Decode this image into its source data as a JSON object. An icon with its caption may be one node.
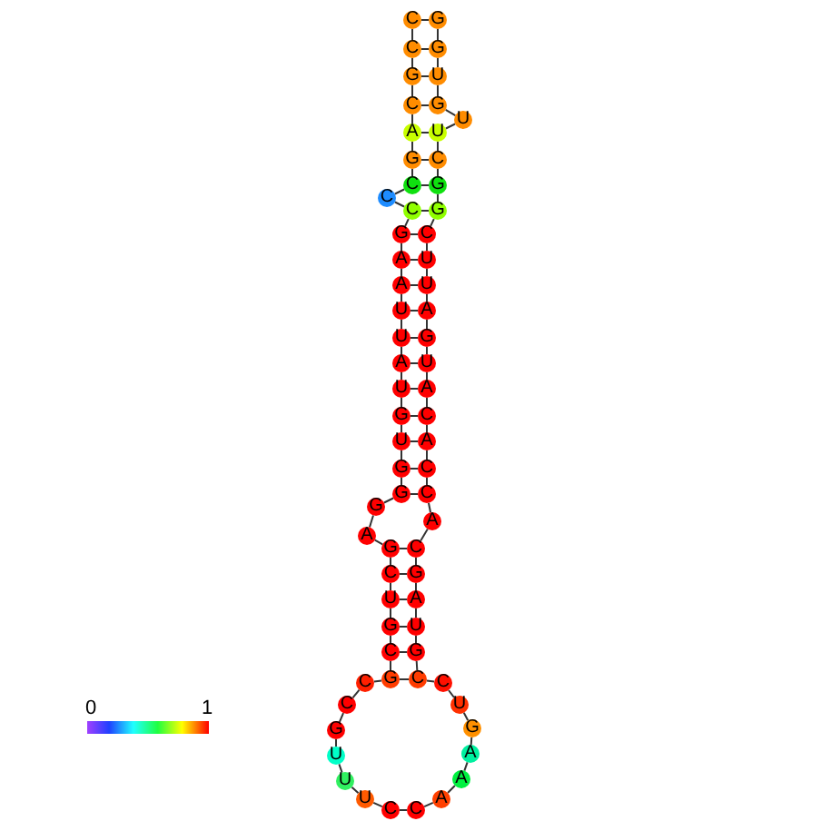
{
  "diagram": {
    "nodes": [
      {
        "text": [
          "C"
        ]
      },
      {
        "text": [
          "C"
        ]
      },
      {
        "text": [
          "G"
        ]
      },
      {
        "text": [
          "C"
        ]
      },
      {
        "text": [
          "A"
        ]
      },
      {
        "text": [
          "G"
        ]
      },
      {
        "text": [
          "C"
        ]
      },
      {
        "text": [
          "C"
        ]
      },
      {
        "text": [
          "C"
        ]
      },
      {
        "text": [
          "G"
        ]
      },
      {
        "text": [
          "A"
        ]
      },
      {
        "text": [
          "A"
        ]
      },
      {
        "text": [
          "U"
        ]
      },
      {
        "text": [
          "U"
        ]
      },
      {
        "text": [
          "A"
        ]
      },
      {
        "text": [
          "U"
        ]
      },
      {
        "text": [
          "G"
        ]
      },
      {
        "text": [
          "U"
        ]
      },
      {
        "text": [
          "G"
        ]
      },
      {
        "text": [
          "G"
        ]
      },
      {
        "text": [
          "G"
        ]
      },
      {
        "text": [
          "A"
        ]
      },
      {
        "text": [
          "G"
        ]
      },
      {
        "text": [
          "C"
        ]
      },
      {
        "text": [
          "U"
        ]
      },
      {
        "text": [
          "G"
        ]
      },
      {
        "text": [
          "C"
        ]
      },
      {
        "text": [
          "G"
        ]
      },
      {
        "text": [
          "C"
        ]
      },
      {
        "text": [
          "C"
        ]
      },
      {
        "text": [
          "G"
        ]
      },
      {
        "text": [
          "U"
        ]
      },
      {
        "text": [
          "U"
        ]
      },
      {
        "text": [
          "U"
        ]
      },
      {
        "text": [
          "C"
        ]
      },
      {
        "text": [
          "C"
        ]
      },
      {
        "text": [
          "A"
        ]
      },
      {
        "text": [
          "A"
        ]
      },
      {
        "text": [
          "A"
        ]
      },
      {
        "text": [
          "G"
        ]
      },
      {
        "text": [
          "U"
        ]
      },
      {
        "text": [
          "C"
        ]
      },
      {
        "text": [
          "C"
        ]
      },
      {
        "text": [
          "G"
        ]
      },
      {
        "text": [
          "U"
        ]
      },
      {
        "text": [
          "A"
        ]
      },
      {
        "text": [
          "G"
        ]
      },
      {
        "text": [
          "C"
        ]
      },
      {
        "text": [
          "A"
        ]
      },
      {
        "text": [
          "C"
        ]
      },
      {
        "text": [
          "C"
        ]
      },
      {
        "text": [
          "A"
        ]
      },
      {
        "text": [
          "C"
        ]
      },
      {
        "text": [
          "A"
        ]
      },
      {
        "text": [
          "U"
        ]
      },
      {
        "text": [
          "G"
        ]
      },
      {
        "text": [
          "A"
        ]
      },
      {
        "text": [
          "U"
        ]
      },
      {
        "text": [
          "U"
        ]
      },
      {
        "text": [
          "C"
        ]
      },
      {
        "text": [
          "G"
        ]
      },
      {
        "text": [
          "G"
        ]
      },
      {
        "text": [
          "C"
        ]
      },
      {
        "text": [
          "U"
        ]
      },
      {
        "text": [
          "U"
        ]
      },
      {
        "text": [
          "G"
        ]
      },
      {
        "text": [
          "U"
        ]
      },
      {
        "text": [
          "G"
        ]
      },
      {
        "text": [
          "G"
        ]
      }
    ],
    "edges": [
      {
        "from": 0,
        "to": 1,
        "arrow": "none"
      },
      {
        "from": 1,
        "to": 2,
        "arrow": "none"
      },
      {
        "from": 2,
        "to": 3,
        "arrow": "none"
      },
      {
        "from": 3,
        "to": 4,
        "arrow": "none"
      },
      {
        "from": 4,
        "to": 5,
        "arrow": "none"
      },
      {
        "from": 5,
        "to": 6,
        "arrow": "none"
      },
      {
        "from": 6,
        "to": 7,
        "arrow": "none"
      },
      {
        "from": 7,
        "to": 8,
        "arrow": "none"
      },
      {
        "from": 8,
        "to": 9,
        "arrow": "none"
      },
      {
        "from": 9,
        "to": 10,
        "arrow": "none"
      },
      {
        "from": 10,
        "to": 11,
        "arrow": "none"
      },
      {
        "from": 11,
        "to": 12,
        "arrow": "none"
      },
      {
        "from": 12,
        "to": 13,
        "arrow": "none"
      },
      {
        "from": 13,
        "to": 14,
        "arrow": "none"
      },
      {
        "from": 14,
        "to": 15,
        "arrow": "none"
      },
      {
        "from": 15,
        "to": 16,
        "arrow": "none"
      },
      {
        "from": 16,
        "to": 17,
        "arrow": "none"
      },
      {
        "from": 17,
        "to": 18,
        "arrow": "none"
      },
      {
        "from": 18,
        "to": 19,
        "arrow": "none"
      },
      {
        "from": 19,
        "to": 20,
        "arrow": "none"
      },
      {
        "from": 20,
        "to": 21,
        "arrow": "none"
      },
      {
        "from": 21,
        "to": 22,
        "arrow": "none"
      },
      {
        "from": 22,
        "to": 23,
        "arrow": "none"
      },
      {
        "from": 23,
        "to": 24,
        "arrow": "none"
      },
      {
        "from": 24,
        "to": 25,
        "arrow": "none"
      },
      {
        "from": 25,
        "to": 26,
        "arrow": "none"
      },
      {
        "from": 26,
        "to": 27,
        "arrow": "none"
      },
      {
        "from": 27,
        "to": 28,
        "arrow": "none"
      },
      {
        "from": 28,
        "to": 29,
        "arrow": "none"
      },
      {
        "from": 29,
        "to": 30,
        "arrow": "none"
      },
      {
        "from": 30,
        "to": 31,
        "arrow": "none"
      },
      {
        "from": 31,
        "to": 32,
        "arrow": "none"
      },
      {
        "from": 32,
        "to": 33,
        "arrow": "none"
      },
      {
        "from": 33,
        "to": 34,
        "arrow": "none"
      },
      {
        "from": 34,
        "to": 35,
        "arrow": "none"
      },
      {
        "from": 35,
        "to": 36,
        "arrow": "none"
      },
      {
        "from": 36,
        "to": 37,
        "arrow": "none"
      },
      {
        "from": 37,
        "to": 38,
        "arrow": "none"
      },
      {
        "from": 38,
        "to": 39,
        "arrow": "none"
      },
      {
        "from": 39,
        "to": 40,
        "arrow": "none"
      },
      {
        "from": 40,
        "to": 41,
        "arrow": "none"
      },
      {
        "from": 41,
        "to": 42,
        "arrow": "none"
      },
      {
        "from": 42,
        "to": 43,
        "arrow": "none"
      },
      {
        "from": 43,
        "to": 44,
        "arrow": "none"
      },
      {
        "from": 44,
        "to": 45,
        "arrow": "none"
      },
      {
        "from": 45,
        "to": 46,
        "arrow": "none"
      },
      {
        "from": 46,
        "to": 47,
        "arrow": "none"
      },
      {
        "from": 47,
        "to": 48,
        "arrow": "none"
      },
      {
        "from": 48,
        "to": 49,
        "arrow": "none"
      },
      {
        "from": 49,
        "to": 50,
        "arrow": "none"
      },
      {
        "from": 50,
        "to": 51,
        "arrow": "none"
      },
      {
        "from": 51,
        "to": 52,
        "arrow": "none"
      },
      {
        "from": 52,
        "to": 53,
        "arrow": "none"
      },
      {
        "from": 53,
        "to": 54,
        "arrow": "none"
      },
      {
        "from": 54,
        "to": 55,
        "arrow": "none"
      },
      {
        "from": 55,
        "to": 56,
        "arrow": "none"
      },
      {
        "from": 56,
        "to": 57,
        "arrow": "none"
      },
      {
        "from": 57,
        "to": 58,
        "arrow": "none"
      },
      {
        "from": 58,
        "to": 59,
        "arrow": "none"
      },
      {
        "from": 59,
        "to": 60,
        "arrow": "none"
      },
      {
        "from": 60,
        "to": 61,
        "arrow": "none"
      },
      {
        "from": 61,
        "to": 62,
        "arrow": "none"
      },
      {
        "from": 62,
        "to": 63,
        "arrow": "none"
      },
      {
        "from": 63,
        "to": 64,
        "arrow": "none"
      },
      {
        "from": 64,
        "to": 65,
        "arrow": "none"
      },
      {
        "from": 65,
        "to": 66,
        "arrow": "none"
      },
      {
        "from": 66,
        "to": 67,
        "arrow": "none"
      },
      {
        "from": 67,
        "to": 68,
        "arrow": "none"
      },
      {
        "from": 0,
        "to": 68,
        "arrow": "none"
      },
      {
        "from": 1,
        "to": 67,
        "arrow": "none"
      },
      {
        "from": 2,
        "to": 66,
        "arrow": "none"
      },
      {
        "from": 3,
        "to": 65,
        "arrow": "none"
      },
      {
        "from": 4,
        "to": 63,
        "arrow": "none"
      },
      {
        "from": 5,
        "to": 62,
        "arrow": "none"
      },
      {
        "from": 6,
        "to": 61,
        "arrow": "none"
      },
      {
        "from": 8,
        "to": 60,
        "arrow": "none"
      },
      {
        "from": 9,
        "to": 59,
        "arrow": "none"
      },
      {
        "from": 10,
        "to": 58,
        "arrow": "none"
      },
      {
        "from": 11,
        "to": 57,
        "arrow": "none"
      },
      {
        "from": 12,
        "to": 56,
        "arrow": "none"
      },
      {
        "from": 13,
        "to": 55,
        "arrow": "none"
      },
      {
        "from": 14,
        "to": 54,
        "arrow": "none"
      },
      {
        "from": 15,
        "to": 53,
        "arrow": "none"
      },
      {
        "from": 16,
        "to": 52,
        "arrow": "none"
      },
      {
        "from": 17,
        "to": 51,
        "arrow": "none"
      },
      {
        "from": 18,
        "to": 50,
        "arrow": "none"
      },
      {
        "from": 19,
        "to": 49,
        "arrow": "none"
      },
      {
        "from": 22,
        "to": 47,
        "arrow": "none"
      },
      {
        "from": 23,
        "to": 46,
        "arrow": "none"
      },
      {
        "from": 24,
        "to": 45,
        "arrow": "none"
      },
      {
        "from": 25,
        "to": 44,
        "arrow": "none"
      },
      {
        "from": 26,
        "to": 43,
        "arrow": "none"
      },
      {
        "from": 27,
        "to": 42,
        "arrow": "none"
      }
    ],
    "labels": [
      "0",
      "1"
    ]
  }
}
